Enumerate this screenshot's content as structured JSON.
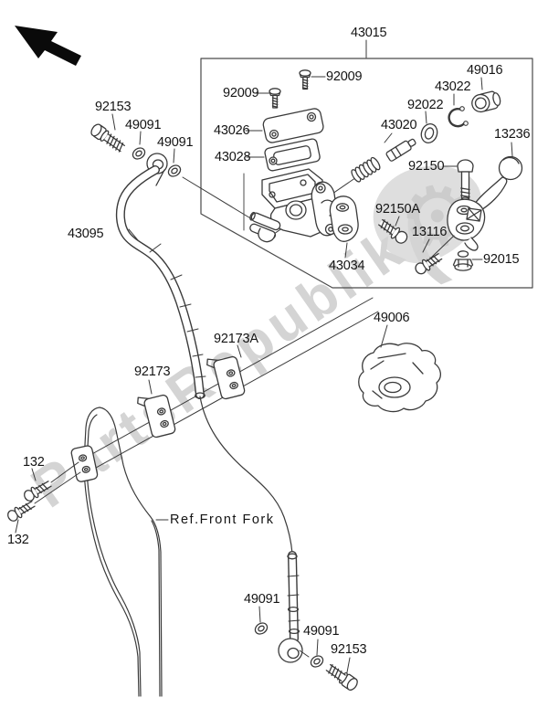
{
  "diagram": {
    "type": "exploded-parts-diagram",
    "assembly": "FRONT MASTER CYLINDER",
    "direction_arrow": "up-left",
    "colors": {
      "line": "#3a3a3a",
      "label": "#141414",
      "background": "#ffffff",
      "watermark": "#d4d4d4"
    }
  },
  "watermark": {
    "text": "PartsRepublik",
    "paren": "(",
    "gear": "⚙"
  },
  "labels": [
    {
      "id": "43015",
      "text": "43015"
    },
    {
      "id": "92153-top",
      "text": "92153"
    },
    {
      "id": "49091-top-1",
      "text": "49091"
    },
    {
      "id": "49091-top-2",
      "text": "49091"
    },
    {
      "id": "92009-left",
      "text": "92009"
    },
    {
      "id": "92009-right",
      "text": "92009"
    },
    {
      "id": "43026",
      "text": "43026"
    },
    {
      "id": "43028",
      "text": "43028"
    },
    {
      "id": "43020",
      "text": "43020"
    },
    {
      "id": "92022",
      "text": "92022"
    },
    {
      "id": "43022",
      "text": "43022"
    },
    {
      "id": "49016",
      "text": "49016"
    },
    {
      "id": "13236",
      "text": "13236"
    },
    {
      "id": "92150",
      "text": "92150"
    },
    {
      "id": "92150A",
      "text": "92150A"
    },
    {
      "id": "13116",
      "text": "13116"
    },
    {
      "id": "43034",
      "text": "43034"
    },
    {
      "id": "92015",
      "text": "92015"
    },
    {
      "id": "43095",
      "text": "43095"
    },
    {
      "id": "49006",
      "text": "49006"
    },
    {
      "id": "92173A",
      "text": "92173A"
    },
    {
      "id": "92173",
      "text": "92173"
    },
    {
      "id": "132-upper",
      "text": "132"
    },
    {
      "id": "132-lower",
      "text": "132"
    },
    {
      "id": "ref-front-fork",
      "text": "Ref.Front Fork"
    },
    {
      "id": "49091-bot-1",
      "text": "49091"
    },
    {
      "id": "49091-bot-2",
      "text": "49091"
    },
    {
      "id": "92153-bottom",
      "text": "92153"
    }
  ]
}
